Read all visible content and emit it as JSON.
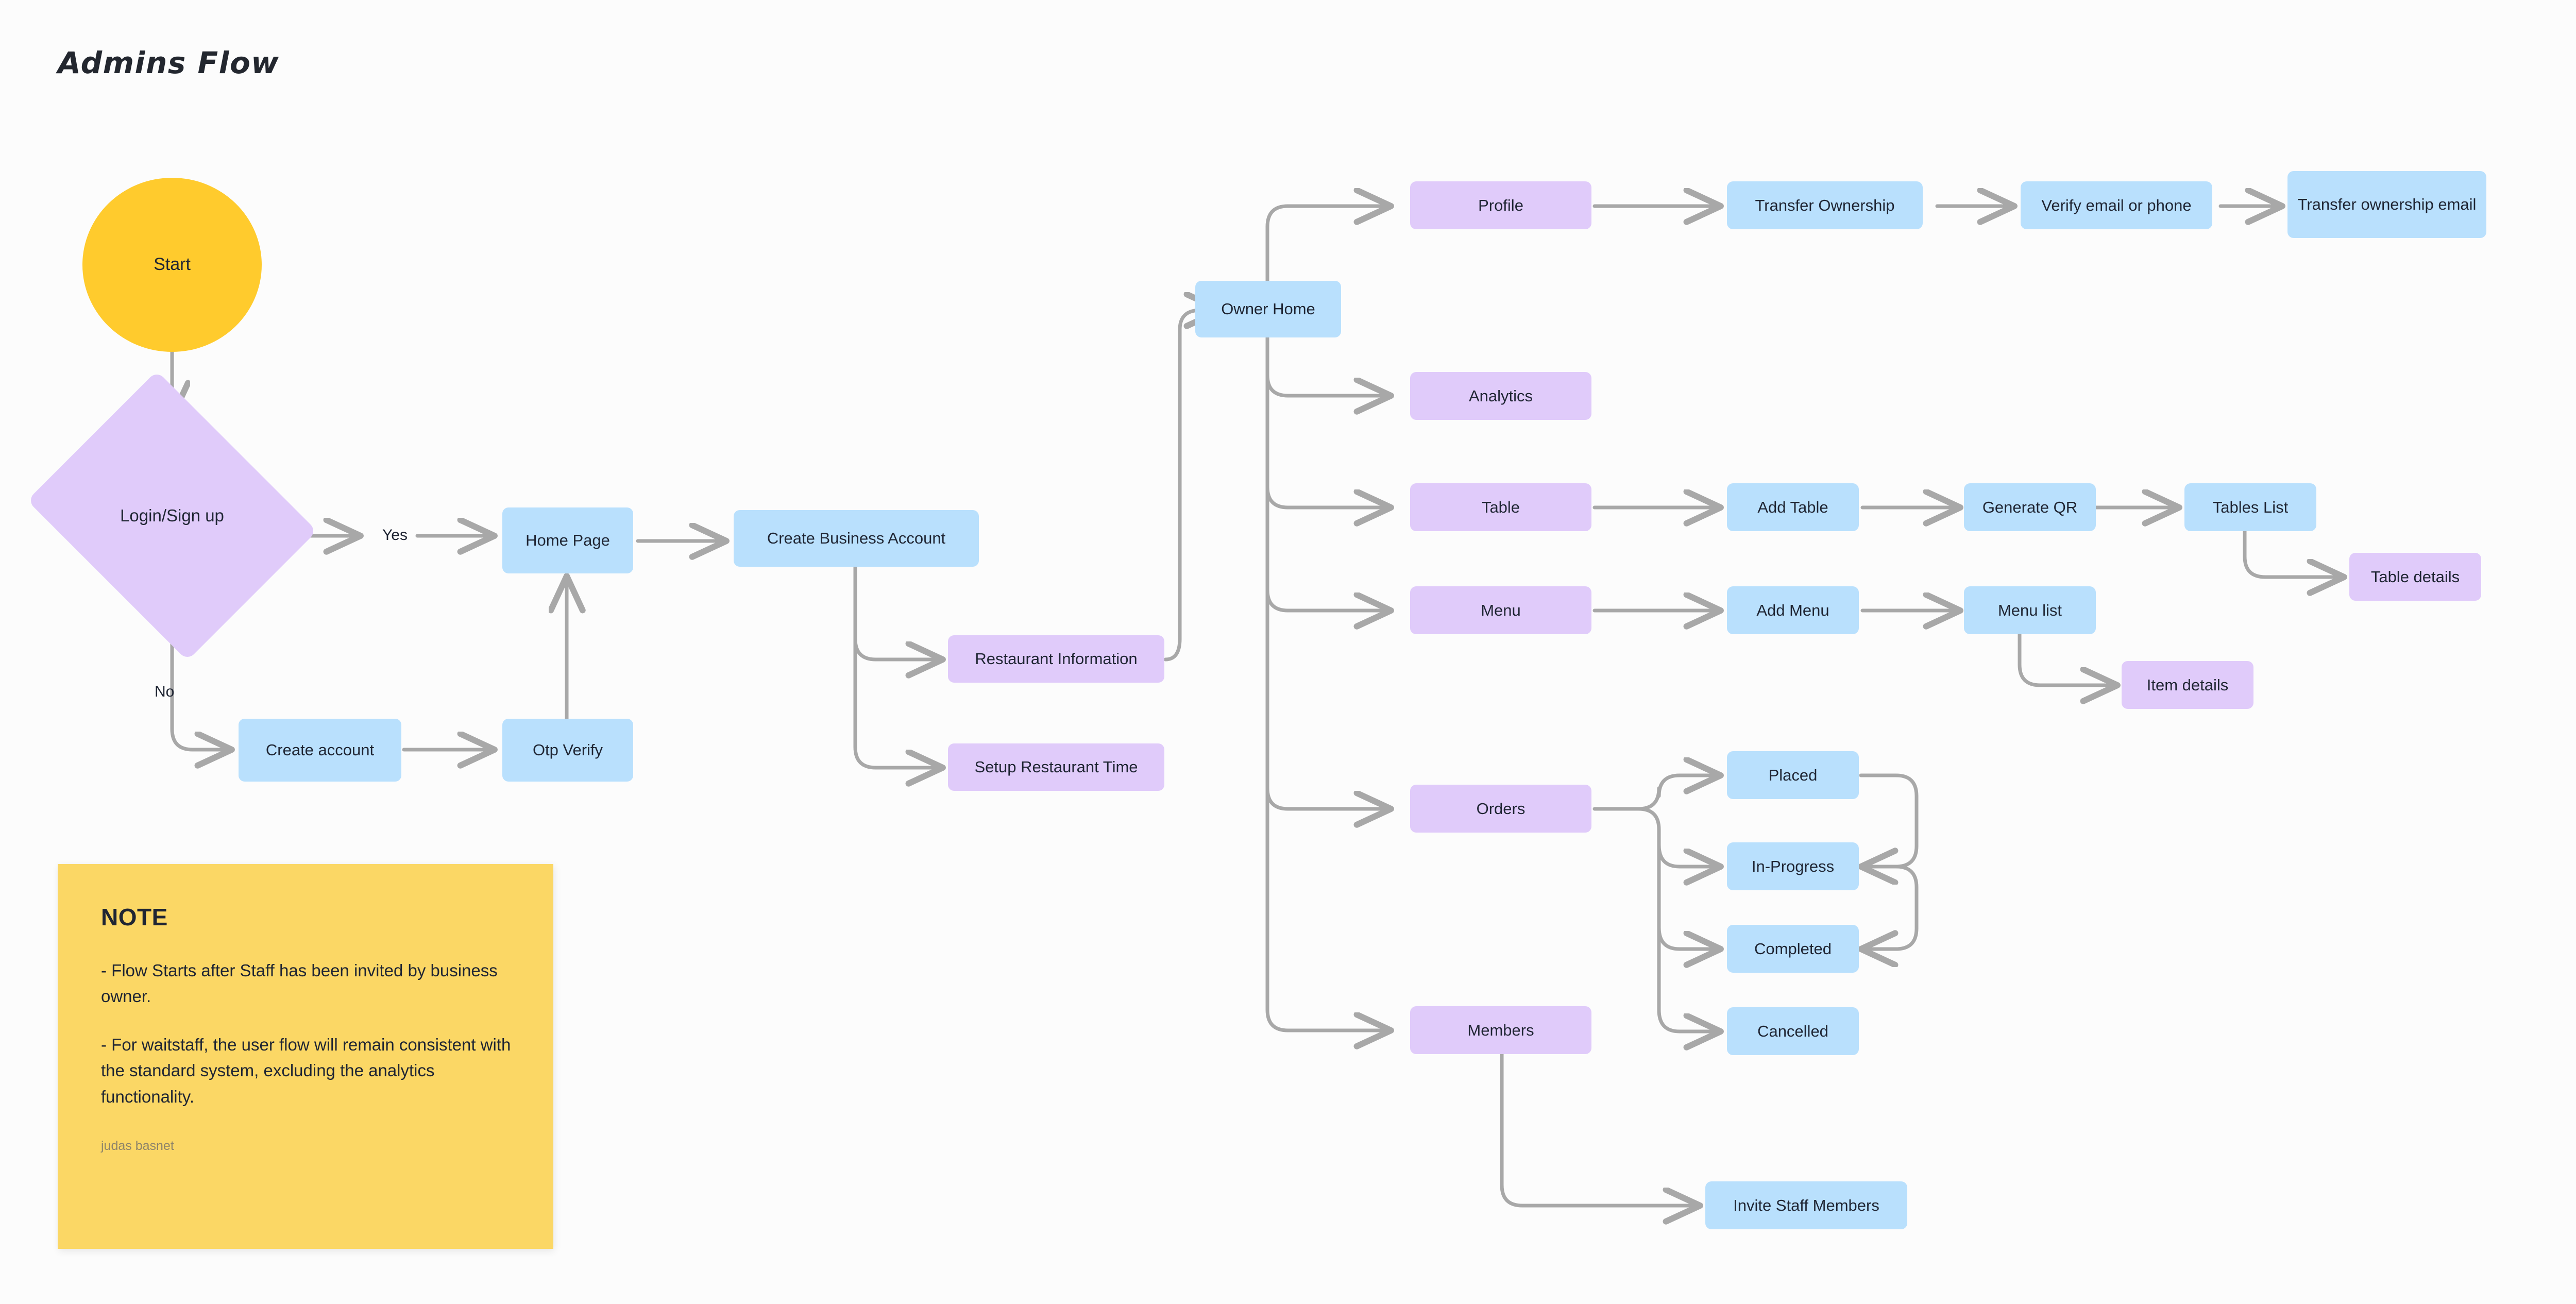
{
  "title": "Admins Flow",
  "colors": {
    "background": "#fcfcfc",
    "blue_node": "#b9e0fd",
    "purple_node": "#e0cbfa",
    "start_node": "#ffcb2d",
    "note_card": "#fbd765",
    "connector": "#a8a8a8",
    "text": "#1f2533"
  },
  "nodes": {
    "start": {
      "label": "Start",
      "shape": "circle",
      "color": "yellow"
    },
    "login_signup": {
      "label": "Login/Sign up",
      "shape": "diamond",
      "color": "purple"
    },
    "home_page": {
      "label": "Home Page",
      "shape": "rect",
      "color": "blue"
    },
    "create_account": {
      "label": "Create account",
      "shape": "rect",
      "color": "blue"
    },
    "otp_verify": {
      "label": "Otp Verify",
      "shape": "rect",
      "color": "blue"
    },
    "create_business_account": {
      "label": "Create Business Account",
      "shape": "rect",
      "color": "blue"
    },
    "restaurant_information": {
      "label": "Restaurant Information",
      "shape": "rect",
      "color": "purple"
    },
    "setup_restaurant_time": {
      "label": "Setup Restaurant Time",
      "shape": "rect",
      "color": "purple"
    },
    "owner_home": {
      "label": "Owner Home",
      "shape": "rect",
      "color": "blue"
    },
    "profile": {
      "label": "Profile",
      "shape": "rect",
      "color": "purple"
    },
    "transfer_ownership": {
      "label": "Transfer Ownership",
      "shape": "rect",
      "color": "blue"
    },
    "verify_email_or_phone": {
      "label": "Verify email or phone",
      "shape": "rect",
      "color": "blue"
    },
    "transfer_ownership_email": {
      "label": "Transfer ownership email",
      "shape": "rect",
      "color": "blue"
    },
    "analytics": {
      "label": "Analytics",
      "shape": "rect",
      "color": "purple"
    },
    "table": {
      "label": "Table",
      "shape": "rect",
      "color": "purple"
    },
    "add_table": {
      "label": "Add Table",
      "shape": "rect",
      "color": "blue"
    },
    "generate_qr": {
      "label": "Generate QR",
      "shape": "rect",
      "color": "blue"
    },
    "tables_list": {
      "label": "Tables List",
      "shape": "rect",
      "color": "blue"
    },
    "table_details": {
      "label": "Table details",
      "shape": "rect",
      "color": "purple"
    },
    "menu": {
      "label": "Menu",
      "shape": "rect",
      "color": "purple"
    },
    "add_menu": {
      "label": "Add Menu",
      "shape": "rect",
      "color": "blue"
    },
    "menu_list": {
      "label": "Menu list",
      "shape": "rect",
      "color": "blue"
    },
    "item_details": {
      "label": "Item details",
      "shape": "rect",
      "color": "purple"
    },
    "orders": {
      "label": "Orders",
      "shape": "rect",
      "color": "purple"
    },
    "placed": {
      "label": "Placed",
      "shape": "rect",
      "color": "blue"
    },
    "in_progress": {
      "label": "In-Progress",
      "shape": "rect",
      "color": "blue"
    },
    "completed": {
      "label": "Completed",
      "shape": "rect",
      "color": "blue"
    },
    "cancelled": {
      "label": "Cancelled",
      "shape": "rect",
      "color": "blue"
    },
    "members": {
      "label": "Members",
      "shape": "rect",
      "color": "purple"
    },
    "invite_staff_members": {
      "label": "Invite Staff Members",
      "shape": "rect",
      "color": "blue"
    }
  },
  "edge_labels": {
    "yes": "Yes",
    "no": "No"
  },
  "note": {
    "heading": "NOTE",
    "paragraph_1": "- Flow Starts after Staff has been invited by business owner.",
    "paragraph_2": "- For waitstaff, the user flow will remain consistent with the standard system, excluding the analytics functionality.",
    "author": "judas basnet"
  }
}
